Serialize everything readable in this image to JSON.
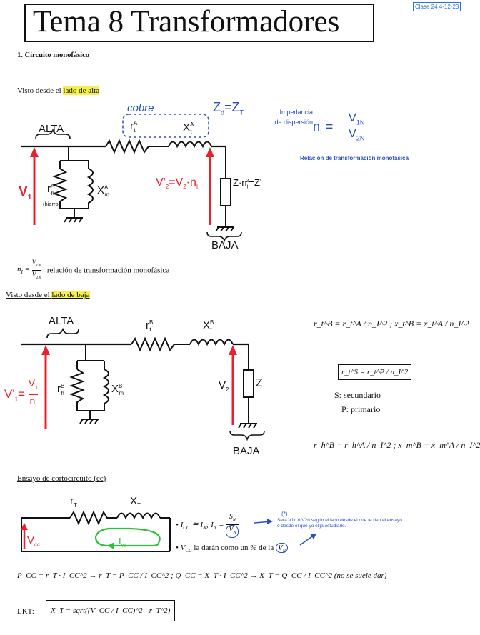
{
  "header": {
    "title": "Tema 8 Transformadores",
    "date": "Clase 24 4-12-23"
  },
  "section1": {
    "heading": "1. Circuito monofásico",
    "alta_view": {
      "label_prefix": "Visto desde el",
      "label_highlight": "lado de alta",
      "cobre": "cobre",
      "zd_eq": "Z",
      "zd_sub": "d",
      "zt": "=Z",
      "zt_sub": "T",
      "impedancia_1": "Impedancia",
      "impedancia_2": "de dispersión",
      "ni_lhs": "n",
      "ni_sub": "I",
      "ni_num": "V",
      "ni_num_sub": "1N",
      "ni_den": "V",
      "ni_den_sub": "2N",
      "relacion_note": "Relación de transformación monofásica",
      "alta": "ALTA",
      "baja": "BAJA",
      "rt": "r",
      "rt_sup": "A",
      "rt_sub": "t",
      "xt": "X",
      "xt_sup": "A",
      "xt_sub": "t",
      "v1": "V",
      "v1_sub": "1",
      "rh": "r",
      "rh_sup": "A",
      "rh_sub": "h",
      "hierro": "(hierro)",
      "xm": "X",
      "xm_sup": "A",
      "xm_sub": "m",
      "v2p": "V'",
      "v2p_sub": "2",
      "v2p_rest": "=V",
      "v2p_rest_sub": "2",
      "v2p_end": "·n",
      "v2p_end_sub": "I",
      "zload": "Z·n",
      "zload_sub": "I",
      "zload_sup": "2",
      "zload_end": "=Z'",
      "bottom_ni": "n",
      "bottom_ni_sub": "I",
      "bottom_num": "V",
      "bottom_num_sub": "1N",
      "bottom_den": "V",
      "bottom_den_sub": "2N",
      "bottom_text": ": relación de transformación monofásica"
    },
    "baja_view": {
      "label_prefix": "Visto desde el",
      "label_highlight": "lado de baja",
      "alta": "ALTA",
      "baja": "BAJA",
      "rt": "r",
      "rt_sup": "B",
      "rt_sub": "t",
      "xt": "X",
      "xt_sup": "B",
      "xt_sub": "t",
      "rh": "r",
      "rh_sup": "B",
      "rh_sub": "h",
      "xm": "X",
      "xm_sup": "B",
      "xm_sub": "m",
      "v1p": "V'",
      "v1p_sub": "1",
      "v1p_eq": "=",
      "v1p_num": "V",
      "v1p_num_sub": "1",
      "v1p_den": "n",
      "v1p_den_sub": "I",
      "v2": "V",
      "v2_sub": "2",
      "z": "Z",
      "f1": "r_t^B = r_t^A / n_I^2 ;  x_t^B = x_t^A / n_I^2",
      "f2": "r_t^S = r_t^P / n_I^2",
      "secundario": "S: secundario",
      "primario": "P: primario",
      "f3": "r_h^B = r_h^A / n_I^2 ;  x_m^B = x_m^A / n_I^2"
    }
  },
  "cc": {
    "heading": "Ensayo de cortocircuito (cc)",
    "rT": "r",
    "rT_sub": "T",
    "xT": "X",
    "xT_sub": "T",
    "vcc": "V",
    "vcc_sub": "cc",
    "icc": "I",
    "icc_sub": "cc",
    "b1": "• I",
    "b1_sub": "CC",
    "b1_rest": " ≅ I",
    "b1_rest_sub": "N",
    "b1_in": ";   I",
    "b1_in_sub": "N",
    "b1_eq": " =",
    "sn": "S",
    "sn_sub": "N",
    "vn": "V",
    "vn_sub": "N",
    "star": "(*)",
    "note": "Será V1n ó V2n según el lado desde el que te den el ensayo ó desde el que yo elija estudiarlo.",
    "b2_pre": "• V",
    "b2_sub": "CC",
    "b2_text": " la darán como un % de la ",
    "b2_vn": "V",
    "b2_vn_sub": "N",
    "pcc_line": "P_CC = r_T · I_CC^2 → r_T = P_CC / I_CC^2 ;  Q_CC = X_T · I_CC^2 → X_T = Q_CC / I_CC^2 (no se suele dar)",
    "no_se_suele_dar": "(no se suele dar)",
    "lkt": "LKT:",
    "lkt_formula": "X_T = sqrt((V_CC / I_CC)^2 - r_T^2)"
  },
  "colors": {
    "red": "#e8212c",
    "blue": "#2a4fc4",
    "green": "#2fbf3a",
    "highlight": "#f6f04a"
  }
}
